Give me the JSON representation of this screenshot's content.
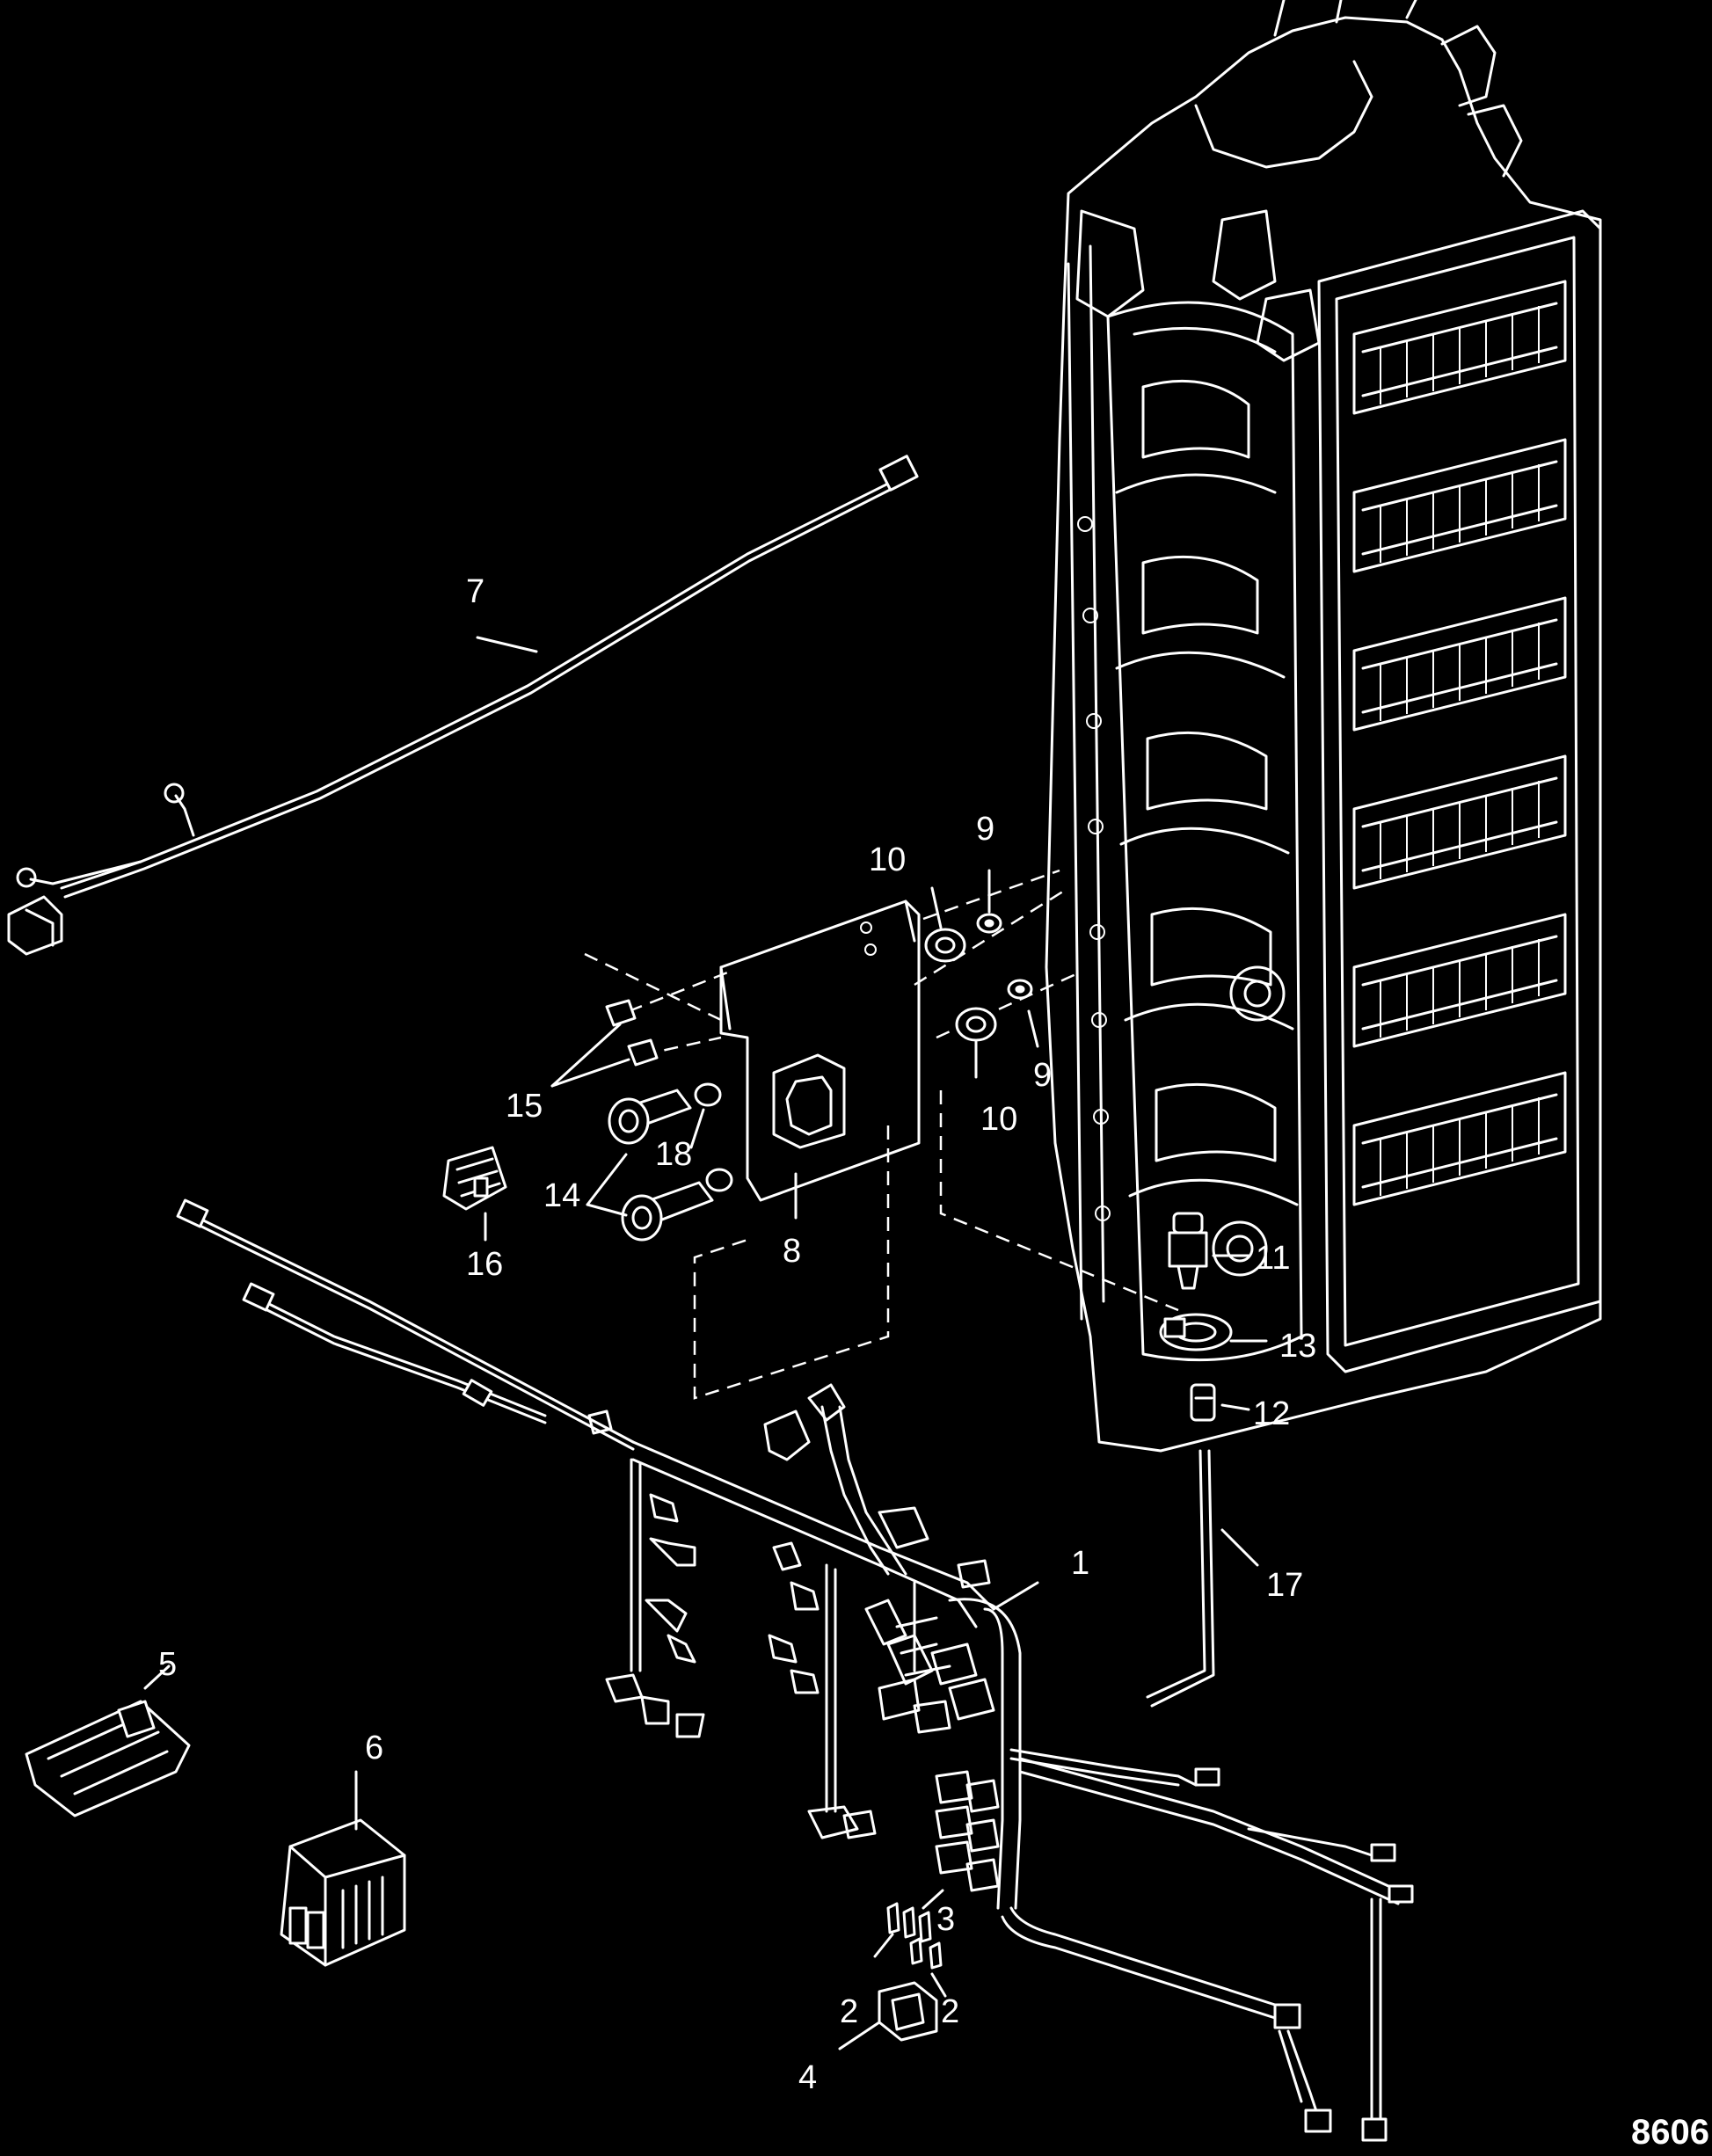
{
  "diagram": {
    "callouts": {
      "c1": "1",
      "c2a": "2",
      "c2b": "2",
      "c3": "3",
      "c4": "4",
      "c5": "5",
      "c6": "6",
      "c7": "7",
      "c8": "8",
      "c9a": "9",
      "c9b": "9",
      "c10a": "10",
      "c10b": "10",
      "c11": "11",
      "c12": "12",
      "c13": "13",
      "c14": "14",
      "c15": "15",
      "c16": "16",
      "c17": "17",
      "c18": "18"
    },
    "drawing_code": "8606"
  }
}
